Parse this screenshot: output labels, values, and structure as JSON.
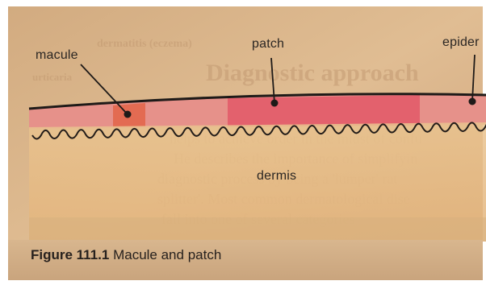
{
  "labels": {
    "macule": "macule",
    "patch": "patch",
    "epidermis": "epider",
    "dermis": "dermis"
  },
  "caption": {
    "figure": "Figure 111.1",
    "title": "Macule and patch"
  },
  "colors": {
    "page": "#d9b48a",
    "epidermis": "#e58a82",
    "macule_spot": "#e06a4e",
    "patch_band": "#e25f6a",
    "dermis": "#e7c087",
    "ink": "#2a2623"
  }
}
